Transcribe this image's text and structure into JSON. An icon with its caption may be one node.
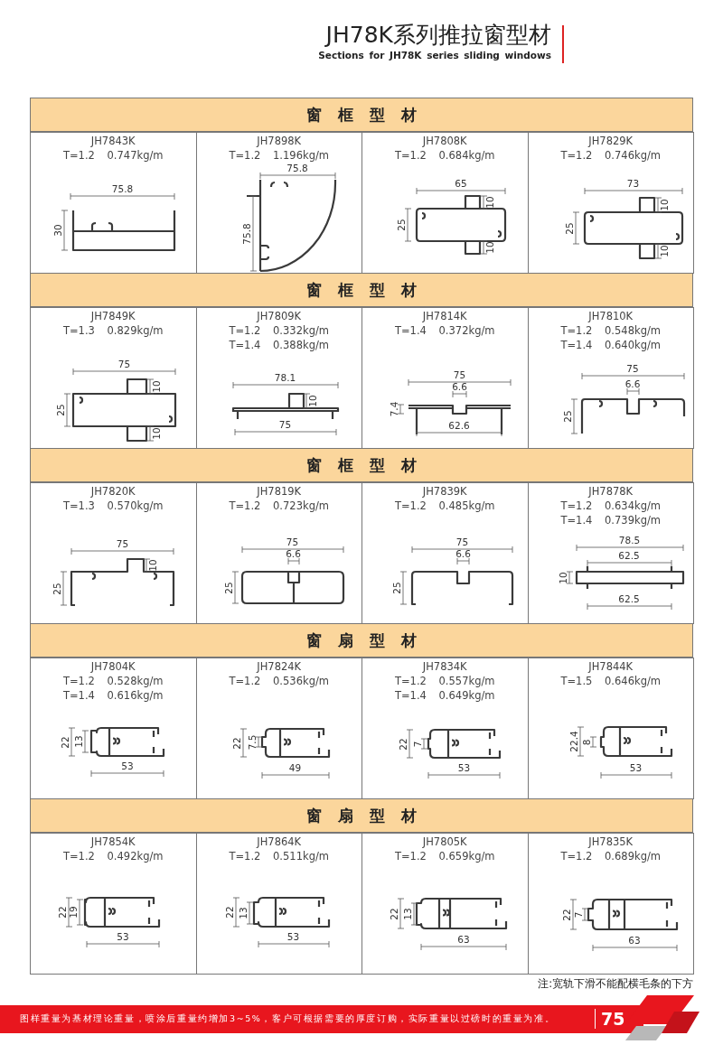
{
  "diagram": {
    "title": "JH78K系列推拉窗型材",
    "nodes": [
      {
        "text": [
          "窗框型材"
        ]
      },
      {
        "text": [
          "JH7843K",
          "T=1.2 0.747kg/m"
        ]
      },
      {
        "text": [
          "JH7898K",
          "T=1.2 1.196kg/m"
        ]
      },
      {
        "text": [
          "JH7808K",
          "T=1.2 0.684kg/m"
        ]
      },
      {
        "text": [
          "JH7829K",
          "T=1.2 0.746kg/m"
        ]
      },
      {
        "text": [
          "窗框型材"
        ]
      },
      {
        "text": [
          "JH7849K",
          "T=1.3 0.829kg/m"
        ]
      },
      {
        "text": [
          "JH7809K",
          "T=1.2 0.332kg/m",
          "T=1.4 0.388kg/m"
        ]
      },
      {
        "text": [
          "JH7814K",
          "T=1.4 0.372kg/m"
        ]
      },
      {
        "text": [
          "JH7810K",
          "T=1.2 0.548kg/m",
          "T=1.4 0.640kg/m"
        ]
      },
      {
        "text": [
          "窗框型材"
        ]
      },
      {
        "text": [
          "JH7820K",
          "T=1.3 0.570kg/m"
        ]
      },
      {
        "text": [
          "JH7819K",
          "T=1.2 0.723kg/m"
        ]
      },
      {
        "text": [
          "JH7839K",
          "T=1.2 0.485kg/m"
        ]
      },
      {
        "text": [
          "JH7878K",
          "T=1.2 0.634kg/m",
          "T=1.4 0.739kg/m"
        ]
      },
      {
        "text": [
          "窗扇型材"
        ]
      },
      {
        "text": [
          "JH7804K",
          "T=1.2 0.528kg/m",
          "T=1.4 0.616kg/m"
        ]
      },
      {
        "text": [
          "JH7824K",
          "T=1.2 0.536kg/m"
        ]
      },
      {
        "text": [
          "JH7834K",
          "T=1.2 0.557kg/m",
          "T=1.4 0.649kg/m"
        ]
      },
      {
        "text": [
          "JH7844K",
          "T=1.5 0.646kg/m"
        ]
      },
      {
        "text": [
          "窗扇型材"
        ]
      },
      {
        "text": [
          "JH7854K",
          "T=1.2 0.492kg/m"
        ]
      },
      {
        "text": [
          "JH7864K",
          "T=1.2 0.511kg/m"
        ]
      },
      {
        "text": [
          "JH7805K",
          "T=1.2 0.659kg/m"
        ]
      },
      {
        "text": [
          "JH7835K",
          "T=1.2 0.689kg/m"
        ]
      }
    ],
    "labels": [
      "Sections for JH78K series sliding windows",
      "75.8",
      "30",
      "75.8",
      "75.8",
      "65",
      "10",
      "25",
      "10",
      "73",
      "10",
      "25",
      "10",
      "75",
      "10",
      "25",
      "10",
      "78.1",
      "10",
      "75",
      "75",
      "6.6",
      "7.4",
      "62.6",
      "75",
      "6.6",
      "25",
      "75",
      "10",
      "25",
      "75",
      "6.6",
      "25",
      "75",
      "6.6",
      "25",
      "78.5",
      "62.5",
      "10",
      "62.5",
      "22",
      "13",
      "53",
      "22",
      "7.5",
      "49",
      "22",
      "7",
      "53",
      "22.4",
      "8",
      "53",
      "22",
      "19",
      "53",
      "22",
      "13",
      "53",
      "22",
      "13",
      "63",
      "22",
      "7",
      "63",
      "注:宽轨下滑不能配横毛条的下方",
      "图样重量为基材理论重量，喷涂后重量约增加3~5%，客户可根据需要的厚度订购，实际重量以过磅时的重量为准。",
      "75"
    ]
  }
}
